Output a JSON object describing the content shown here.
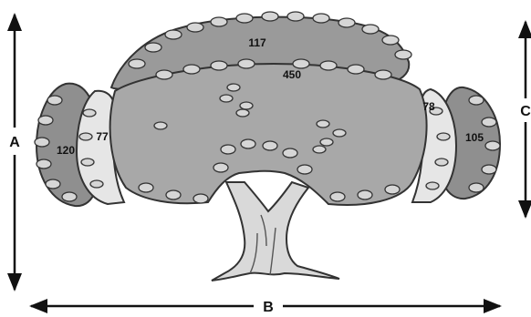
{
  "diagram": {
    "dimensions": {
      "a": "A",
      "b": "B",
      "c": "C"
    },
    "sections": {
      "top": "117",
      "main": "450",
      "left_outer": "120",
      "left_inner": "77",
      "right_inner": "78",
      "right_outer": "105"
    },
    "colors": {
      "outline": "#333333",
      "leaf_light": "#e6e6e6",
      "leaf_mid": "#b5b5b5",
      "leaf_main": "#a8a8a8",
      "leaf_dark": "#8f8f8f",
      "leaf_top": "#9a9a9a",
      "trunk": "#d9d9d9",
      "arrow": "#111111"
    }
  }
}
